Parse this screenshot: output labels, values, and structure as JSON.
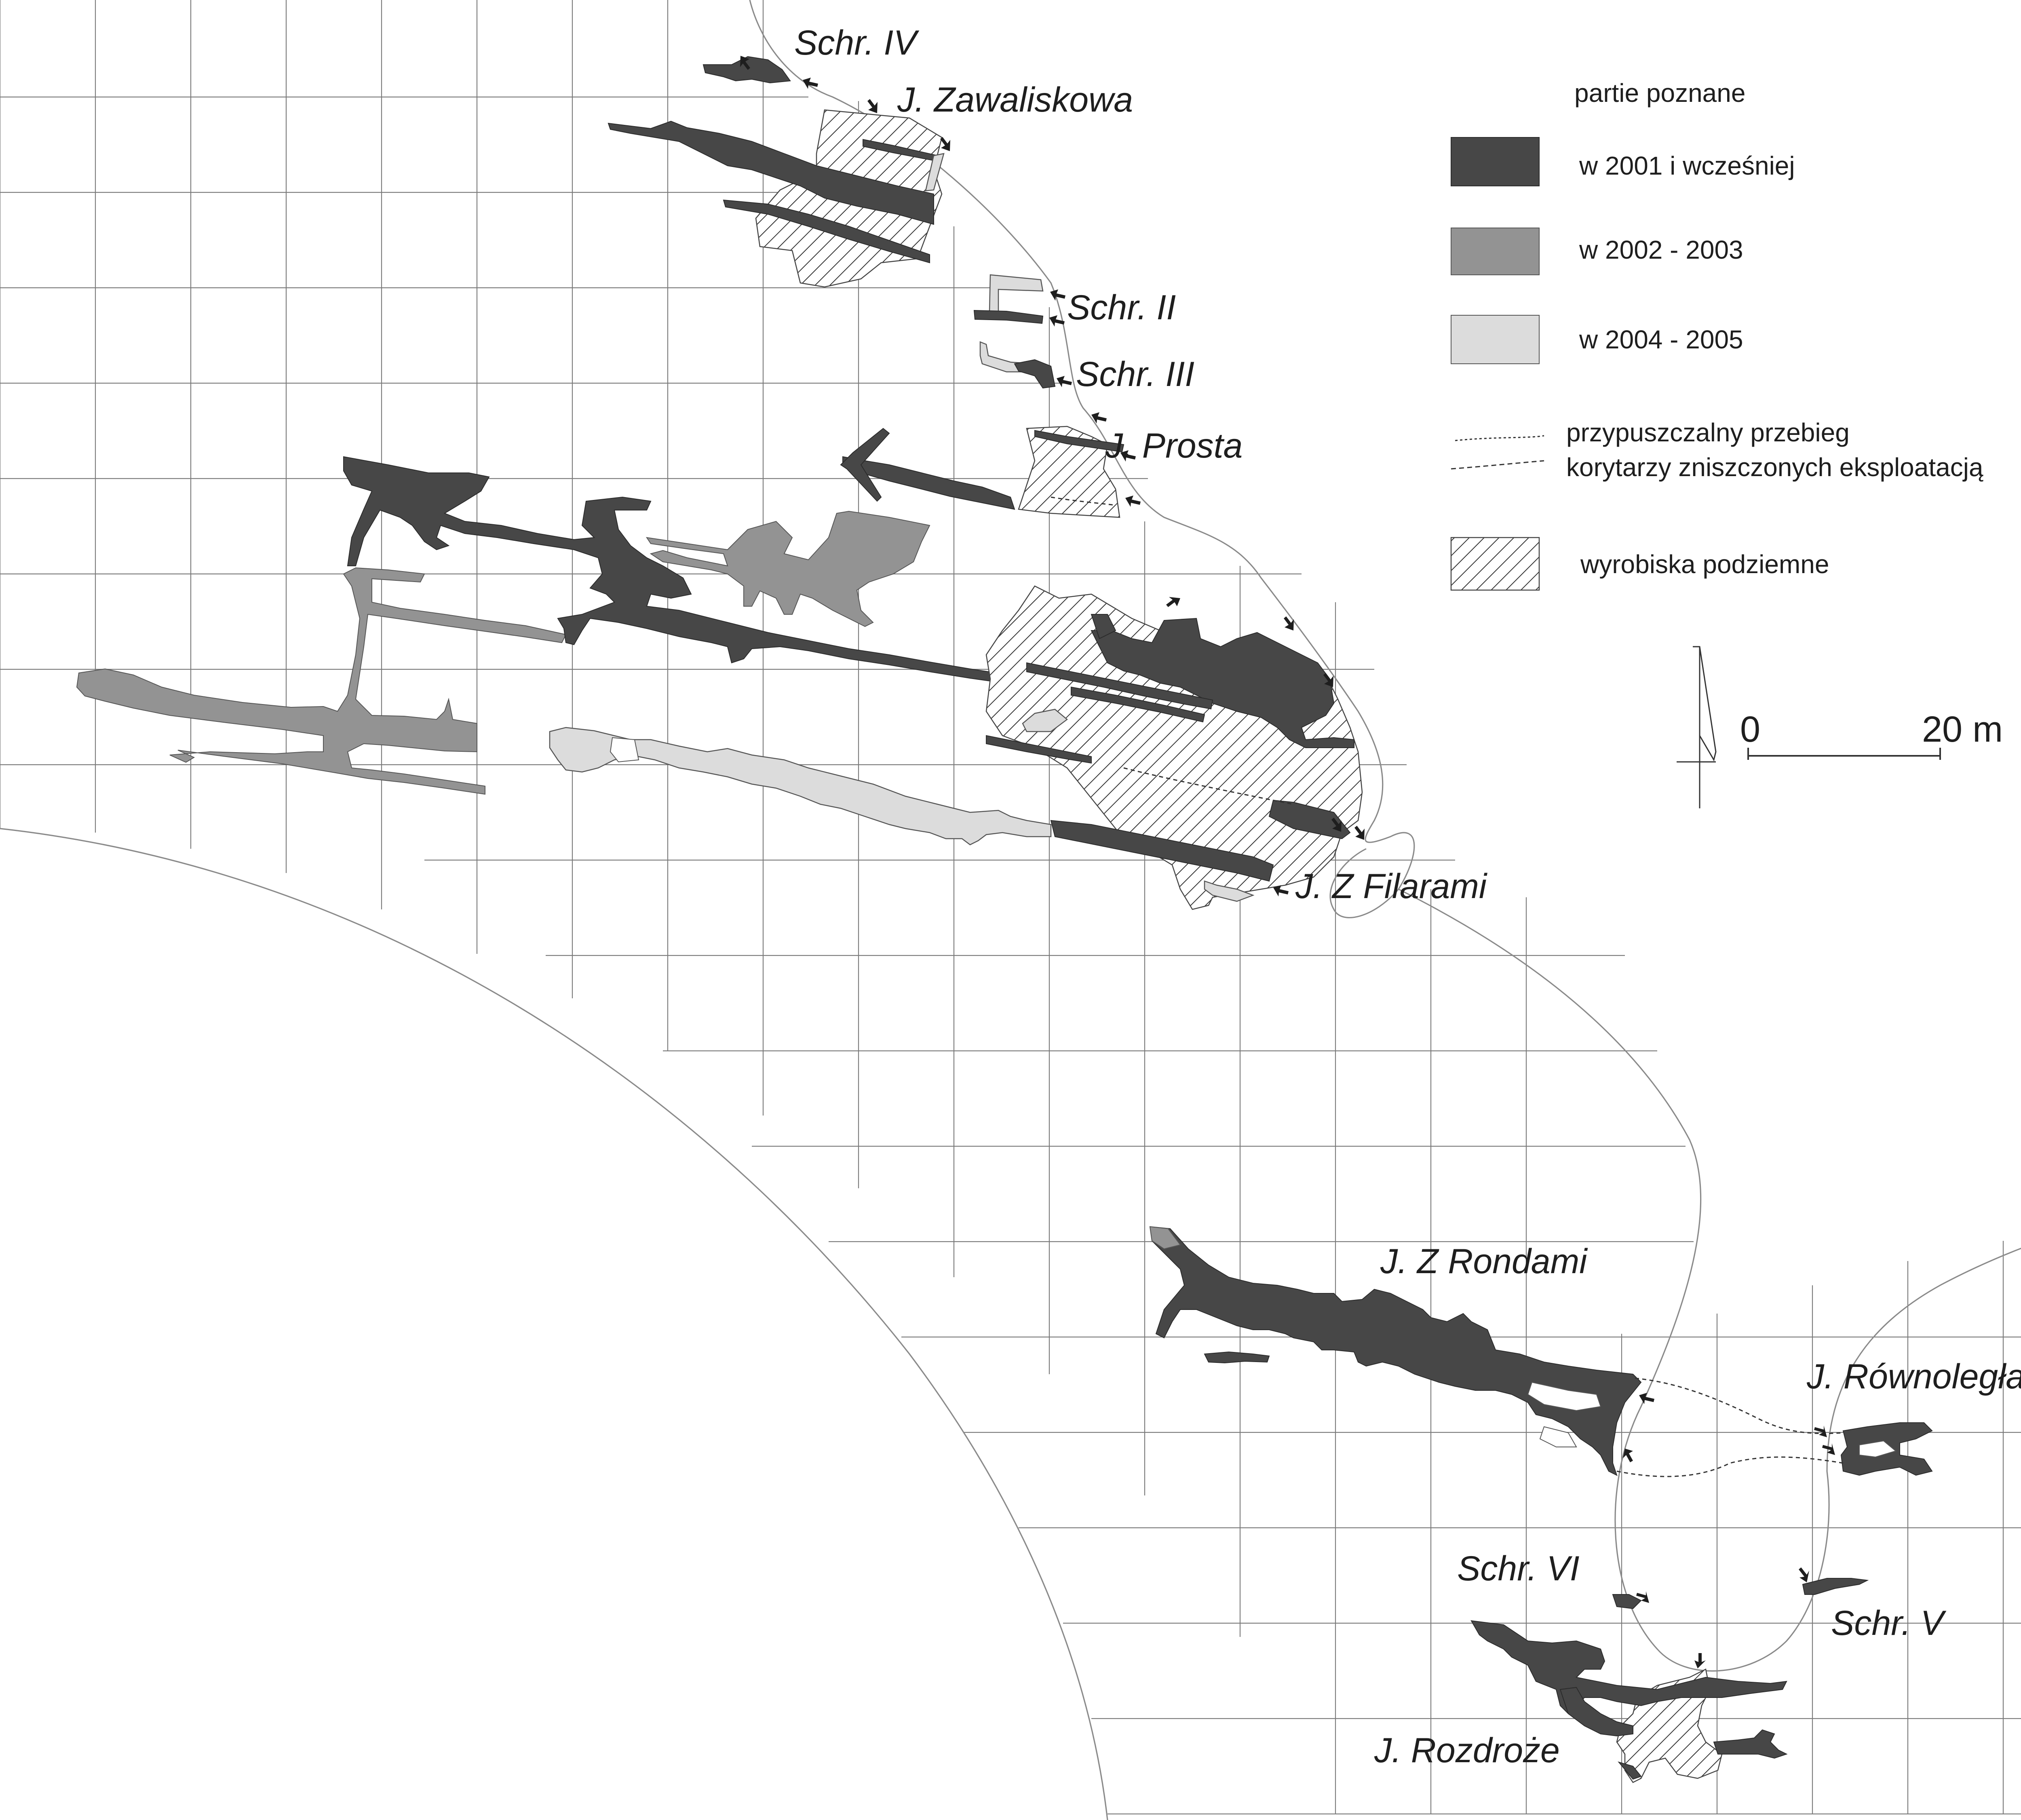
{
  "colors": {
    "explored_2001": "#474747",
    "explored_2002_2003": "#939393",
    "explored_2004_2005": "#dcdcdc",
    "grid": "#7a7a7a",
    "boundary": "#8a8a8a",
    "text": "#1e1e1e"
  },
  "caves": {
    "schr_iv": "Schr. IV",
    "zawaliskowa": "J. Zawaliskowa",
    "schr_ii": "Schr. II",
    "schr_iii": "Schr. III",
    "prosta": "J. Prosta",
    "z_filarami": "J. Z Filarami",
    "z_rondami": "J. Z Rondami",
    "rownolegla": "J. Równoległa",
    "schr_vi": "Schr. VI",
    "schr_v": "Schr. V",
    "rozdroze": "J. Rozdroże"
  },
  "legend": {
    "heading": "partie poznane",
    "items": [
      {
        "label": "w 2001 i wcześniej",
        "swatch": "dark"
      },
      {
        "label": "w 2002 - 2003",
        "swatch": "mid"
      },
      {
        "label": "w 2004 - 2005",
        "swatch": "light"
      }
    ],
    "dashed_line_1": "przypuszczalny przebieg",
    "dashed_line_2": "korytarzy zniszczonych eksploatacją",
    "workings": "wyrobiska podziemne"
  },
  "scale": {
    "start": "0",
    "end": "20 m"
  },
  "icons": {
    "north_arrow": "north-arrow-icon",
    "entrance_arrow": "entrance-arrow-icon"
  }
}
